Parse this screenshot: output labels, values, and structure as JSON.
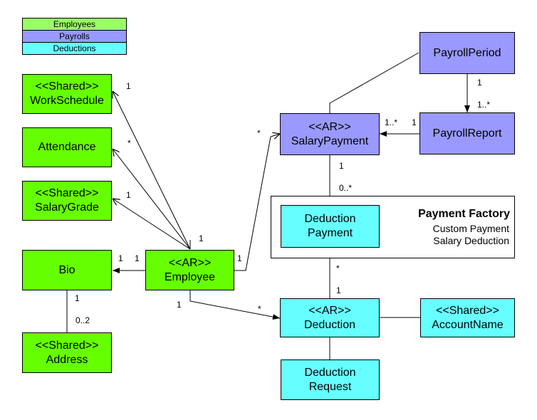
{
  "legend": {
    "employees": {
      "label": "Employees",
      "color": "#99ff66"
    },
    "payrolls": {
      "label": "Payrolls",
      "color": "#9999ff"
    },
    "deductions": {
      "label": "Deductions",
      "color": "#66ffff"
    }
  },
  "nodes": {
    "work_schedule": {
      "stereotype": "<<Shared>>",
      "name": "WorkSchedule"
    },
    "attendance": {
      "name": "Attendance"
    },
    "salary_grade": {
      "stereotype": "<<Shared>>",
      "name": "SalaryGrade"
    },
    "bio": {
      "name": "Bio"
    },
    "address": {
      "stereotype": "<<Shared>>",
      "name": "Address"
    },
    "employee": {
      "stereotype": "<<AR>>",
      "name": "Employee"
    },
    "payroll_period": {
      "name": "PayrollPeriod"
    },
    "payroll_report": {
      "name": "PayrollReport"
    },
    "salary_payment": {
      "stereotype": "<<AR>>",
      "name": "SalaryPayment"
    },
    "deduction_payment": {
      "line1": "Deduction",
      "line2": "Payment"
    },
    "deduction": {
      "stereotype": "<<AR>>",
      "name": "Deduction"
    },
    "account_name": {
      "stereotype": "<<Shared>>",
      "name": "AccountName"
    },
    "deduction_request": {
      "line1": "Deduction",
      "line2": "Request"
    }
  },
  "payment_factory": {
    "title": "Payment Factory",
    "items": [
      "Custom Payment",
      "Salary Deduction"
    ]
  },
  "multiplicities": {
    "emp_ws": "1",
    "emp_att": "*",
    "emp_sg": "1",
    "emp_top": "1",
    "bio_emp_left": "1",
    "bio_emp_right": "1",
    "emp_sp_src": "1",
    "emp_sp_dst": "*",
    "emp_ded_src": "1",
    "emp_ded_dst": "*",
    "bio_addr_src": "1",
    "bio_addr_dst": "0..2",
    "pp_pr_src": "1",
    "pp_pr_dst": "1..*",
    "pr_sp_src": "1",
    "pr_sp_dst": "1..*",
    "sp_dp_src": "1",
    "sp_dp_dst": "0..*",
    "ded_dp_dst": "*",
    "ded_dp_src": "1"
  },
  "colors": {
    "employees": "#66ff00",
    "payrolls": "#9999ff",
    "deductions": "#66ffff"
  }
}
